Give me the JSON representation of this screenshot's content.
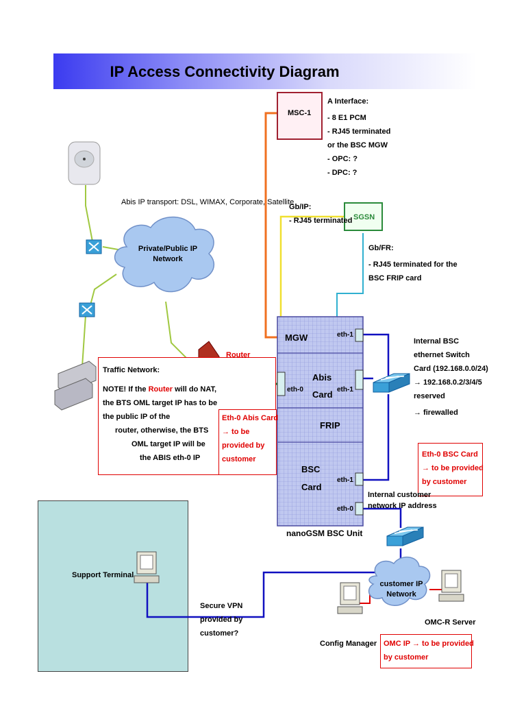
{
  "title": "IP Access  Connectivity Diagram",
  "msc": {
    "label": "MSC-1",
    "a_interface": [
      "A Interface:",
      "",
      "- 8 E1 PCM",
      "- RJ45 terminated",
      "or the BSC MGW",
      "- OPC: ?",
      "- DPC: ?"
    ]
  },
  "sgsn": {
    "label": "SGSN"
  },
  "abis_transport": "Abis IP transport: DSL, WIMAX, Corporate, Satellite",
  "gb_ip": [
    "Gb/IP:",
    "",
    "- RJ45 terminated"
  ],
  "gb_fr": [
    "Gb/FR:",
    "",
    "- RJ45 terminated for the",
    "BSC FRIP card"
  ],
  "cloud_ip": [
    "Private/Public IP",
    "Network"
  ],
  "router_label": "Router",
  "traffic_note": {
    "heading": "Traffic Network:",
    "line1_a": "NOTE! If the ",
    "line1_router": "Router",
    "line1_b": " will do NAT,",
    "lines": [
      "the BTS OML target IP has to be",
      "the public IP of the",
      "router, otherwise, the BTS",
      "OML target IP will be",
      "the ABIS eth-0 IP"
    ]
  },
  "eth0_abis_note": [
    "Eth-0 Abis Card",
    "→ to be",
    "provided by",
    "customer"
  ],
  "bsc_unit": {
    "mgw": "MGW",
    "abis": "Abis",
    "card1": "Card",
    "frip": "FRIP",
    "bsc": "BSC",
    "card2": "Card",
    "eth1_mgw": "eth-1",
    "eth0_abis": "eth-0",
    "eth1_abis": "eth-1",
    "eth1_bsc": "eth-1",
    "eth0_bsc": "eth-0",
    "caption": "nanoGSM BSC Unit"
  },
  "internal_switch": [
    "Internal BSC",
    "ethernet Switch",
    "Card (192.168.0.0/24)",
    "→ 192.168.0.2/3/4/5",
    "reserved",
    "→ firewalled"
  ],
  "eth0_bsc_note": [
    "Eth-0 BSC Card",
    "→ to be provided",
    "by customer"
  ],
  "internal_customer": [
    "Internal customer",
    "network IP address"
  ],
  "support_terminal": "Support Terminal",
  "vpn": [
    "Secure VPN",
    "provided by",
    "customer?"
  ],
  "cloud_customer": [
    "customer IP",
    "Network"
  ],
  "config_manager": "Config Manager",
  "omc_server": "OMC-R Server",
  "omc_note": [
    "OMC IP → to be provided",
    "by customer"
  ],
  "colors": {
    "blue_line": "#1010c0",
    "orange_line": "#f07020",
    "yellow_line": "#f0e030",
    "cyan_line": "#30b0d0",
    "green_line": "#a0c840",
    "red": "#e00000"
  }
}
